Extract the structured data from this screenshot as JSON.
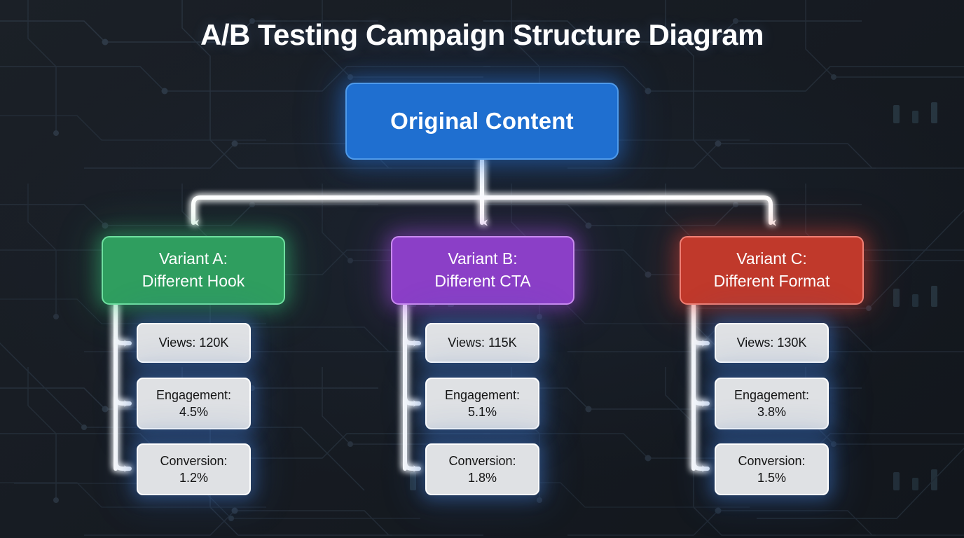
{
  "page": {
    "title": "A/B Testing Campaign Structure Diagram",
    "background_color": "#161b22",
    "background_motif": "circuit-board-traces"
  },
  "colors": {
    "root": "#1f6fd0",
    "root_border": "#4f9aea",
    "variant_a": "#2f9e5f",
    "variant_a_border": "#6fe0a0",
    "variant_b": "#8b3fc7",
    "variant_b_border": "#c98bf0",
    "variant_c": "#c0392b",
    "variant_c_border": "#ef8075",
    "metric_fill": "#dfe1e4",
    "metric_border": "#ffffff",
    "metric_text": "#141414",
    "connector": "#ffffff",
    "glow": "#4a8fe0"
  },
  "diagram": {
    "type": "tree",
    "root": {
      "label": "Original Content"
    },
    "branches": [
      {
        "id": "variant-a",
        "title_line_1": "Variant A:",
        "title_line_2": "Different Hook",
        "color": "#2f9e5f",
        "metrics": [
          {
            "label": "Views: 120K",
            "line_1": "Views: 120K",
            "line_2": "",
            "name": "views",
            "value": "120K"
          },
          {
            "label": "Engagement: 4.5%",
            "line_1": "Engagement:",
            "line_2": "4.5%",
            "name": "engagement",
            "value": "4.5%"
          },
          {
            "label": "Conversion: 1.2%",
            "line_1": "Conversion:",
            "line_2": "1.2%",
            "name": "conversion",
            "value": "1.2%"
          }
        ]
      },
      {
        "id": "variant-b",
        "title_line_1": "Variant B:",
        "title_line_2": "Different CTA",
        "color": "#8b3fc7",
        "metrics": [
          {
            "label": "Views: 115K",
            "line_1": "Views: 115K",
            "line_2": "",
            "name": "views",
            "value": "115K"
          },
          {
            "label": "Engagement: 5.1%",
            "line_1": "Engagement:",
            "line_2": "5.1%",
            "name": "engagement",
            "value": "5.1%"
          },
          {
            "label": "Conversion: 1.8%",
            "line_1": "Conversion:",
            "line_2": "1.8%",
            "name": "conversion",
            "value": "1.8%"
          }
        ]
      },
      {
        "id": "variant-c",
        "title_line_1": "Variant C:",
        "title_line_2": "Different Format",
        "color": "#c0392b",
        "metrics": [
          {
            "label": "Views: 130K",
            "line_1": "Views: 130K",
            "line_2": "",
            "name": "views",
            "value": "130K"
          },
          {
            "label": "Engagement: 3.8%",
            "line_1": "Engagement:",
            "line_2": "3.8%",
            "name": "engagement",
            "value": "3.8%"
          },
          {
            "label": "Conversion: 1.5%",
            "line_1": "Conversion:",
            "line_2": "1.5%",
            "name": "conversion",
            "value": "1.5%"
          }
        ]
      }
    ]
  }
}
